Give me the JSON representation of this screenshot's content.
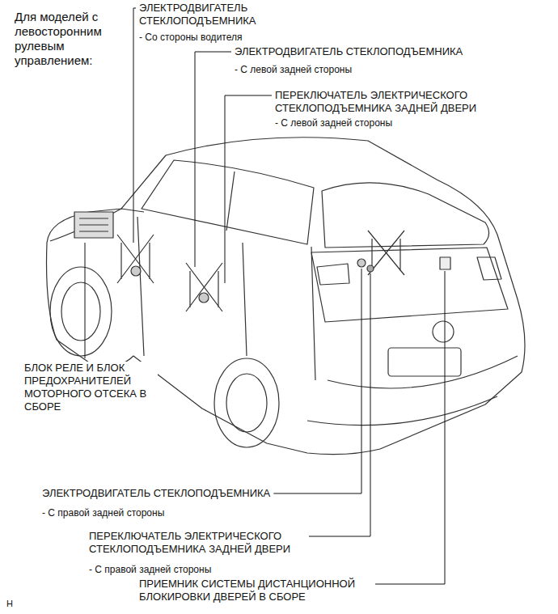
{
  "diagram": {
    "title": "Для моделей с левосторонним рулевым управлением:",
    "labels": [
      "ЭЛЕКТРОДВИГАТЕЛЬ СТЕКЛОПОДЪЕМНИКА",
      "- Со стороны водителя",
      "ЭЛЕКТРОДВИГАТЕЛЬ СТЕКЛОПОДЪЕМНИКА",
      "- С левой задней стороны",
      "ПЕРЕКЛЮЧАТЕЛЬ ЭЛЕКТРИЧЕСКОГО СТЕКЛОПОДЪЕМНИКА ЗАДНЕЙ ДВЕРИ",
      "- С левой задней стороны",
      "БЛОК РЕЛЕ И БЛОК ПРЕДОХРАНИТЕЛЕЙ МОТОРНОГО ОТСЕКА В СБОРЕ",
      "ЭЛЕКТРОДВИГАТЕЛЬ СТЕКЛОПОДЪЕМНИКА",
      "- С правой задней стороны",
      "ПЕРЕКЛЮЧАТЕЛЬ ЭЛЕКТРИЧЕСКОГО СТЕКЛОПОДЪЕМНИКА ЗАДНЕЙ ДВЕРИ",
      "- С правой задней стороны",
      "ПРИЕМНИК СИСТЕМЫ ДИСТАНЦИОННОЙ БЛОКИРОВКИ ДВЕРЕЙ В СБОРЕ",
      "H"
    ]
  }
}
